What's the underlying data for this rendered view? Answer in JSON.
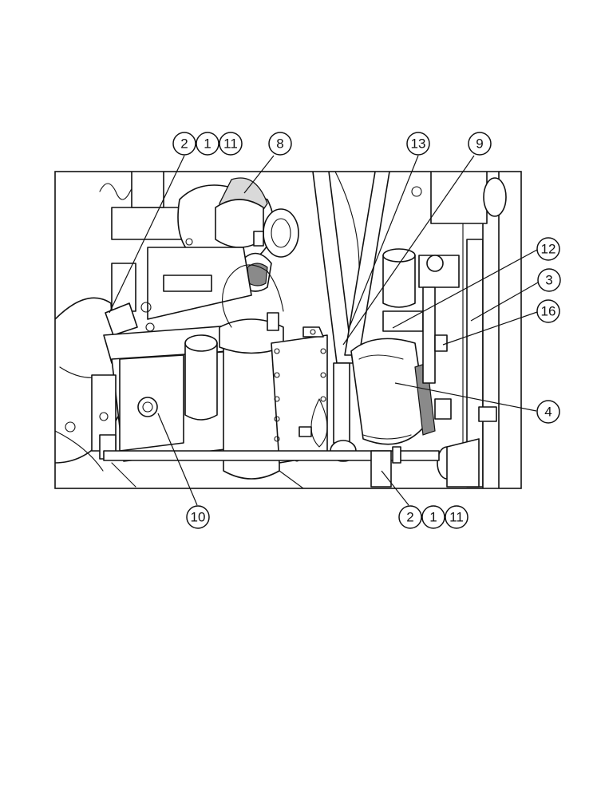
{
  "callouts": {
    "c_2_top": "2",
    "c_1_top": "1",
    "c_11_top": "11",
    "c_8": "8",
    "c_13": "13",
    "c_9": "9",
    "c_12": "12",
    "c_3": "3",
    "c_16": "16",
    "c_4": "4",
    "c_10": "10",
    "c_2_bot": "2",
    "c_1_bot": "1",
    "c_11_bot": "11"
  },
  "colors": {
    "ink": "#111111",
    "shade": "#d9d9d9",
    "paper": "#ffffff"
  }
}
